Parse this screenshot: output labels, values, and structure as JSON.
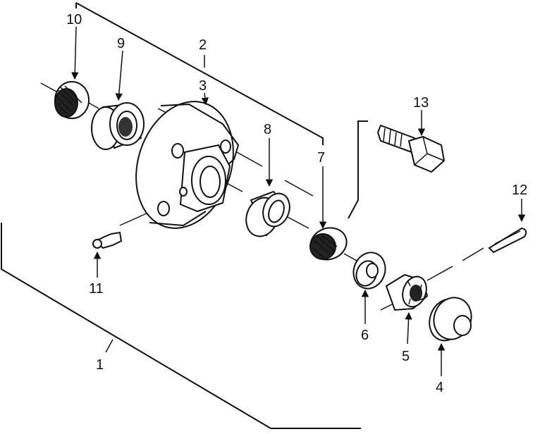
{
  "diagram": {
    "labels": {
      "p1": "1",
      "p2": "2",
      "p3": "3",
      "p4": "4",
      "p5": "5",
      "p6": "6",
      "p7": "7",
      "p8": "8",
      "p9": "9",
      "p10": "10",
      "p11": "11",
      "p12": "12",
      "p13": "13"
    },
    "colors": {
      "ink": "#111111",
      "paper": "#ffffff"
    }
  }
}
